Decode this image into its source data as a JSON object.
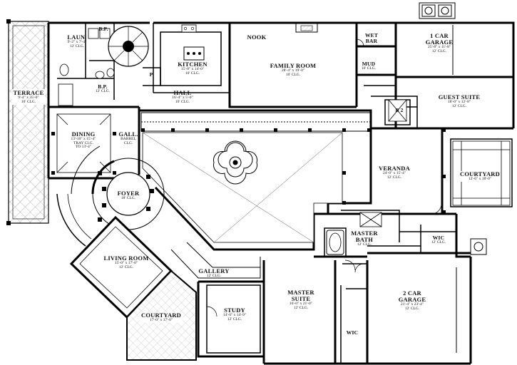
{
  "rooms": {
    "nook": {
      "name": "NOOK"
    },
    "laundry": {
      "name": "LAUN.",
      "dims": "9'-2\" x 7'-4\"",
      "ceiling": "12' CLG."
    },
    "bp1": {
      "name": "B.P."
    },
    "bp2": {
      "name": "B.P.",
      "ceiling": "12' CLG."
    },
    "kitchen": {
      "name": "KITCHEN",
      "dims": "15'-8\" x 14'-0\"",
      "ceiling": "10' CLG."
    },
    "pantry": {
      "name": "P"
    },
    "hall": {
      "name": "HALL",
      "dims": "16'-4\" x 5'-0\"",
      "ceiling": "10' CLG."
    },
    "family_room": {
      "name": "FAMILY ROOM",
      "dims": "28'-4\" x 19'-0\"",
      "ceiling": "10' CLG."
    },
    "wet_bar": {
      "name": "WET BAR"
    },
    "mud": {
      "name": "MUD",
      "ceiling": "10' CLG."
    },
    "garage1": {
      "name": "1 CAR GARAGE",
      "dims": "25'-8\" x 11'-8\"",
      "ceiling": "12' CLG."
    },
    "guest_suite": {
      "name": "GUEST SUITE",
      "dims": "18'-0\" x 12'-8\"",
      "ceiling": "12' CLG."
    },
    "b2": {
      "name": "B 2"
    },
    "terrace": {
      "name": "TERRACE",
      "dims": "9'-4\" x 35'-0\"",
      "ceiling": "10' CLG."
    },
    "dining": {
      "name": "DINING",
      "dims": "13'-10\" x 15'-4\"",
      "ceiling": "TRAY CLG.",
      "extra": "TO 13'-4\""
    },
    "gallery_barrel": {
      "name": "GALL.",
      "ceiling": "BARREL CLG."
    },
    "veranda": {
      "name": "VERANDA",
      "dims": "24'-0\" x 15'-4\"",
      "ceiling": "12' CLG."
    },
    "courtyard_east": {
      "name": "COURTYARD",
      "dims": "12'-6\" x 18'-0\""
    },
    "foyer": {
      "name": "FOYER",
      "ceiling": "18' CLG."
    },
    "master_bath": {
      "name": "MASTER BATH",
      "ceiling": "12' CLG."
    },
    "wic_bath": {
      "name": "WIC",
      "ceiling": "12' CLG."
    },
    "living_room": {
      "name": "LIVING ROOM",
      "dims": "15'-0\" x 17'-0\"",
      "ceiling": "12' CLG."
    },
    "gallery": {
      "name": "GALLERY",
      "ceiling": "12' CLG."
    },
    "master_suite": {
      "name": "MASTER SUITE",
      "dims": "16'-0\" x 21'-0\"",
      "ceiling": "12' CLG."
    },
    "garage2": {
      "name": "2 CAR GARAGE",
      "dims": "21'-4\" x 23'-4\"",
      "ceiling": "12' CLG."
    },
    "study": {
      "name": "STUDY",
      "dims": "14'-0\" x 14'-9\"",
      "ceiling": "12' CLG."
    },
    "courtyard_south": {
      "name": "COURTYARD",
      "dims": "17'-0\" x 17'-0\""
    },
    "wic_master": {
      "name": "WIC"
    }
  }
}
